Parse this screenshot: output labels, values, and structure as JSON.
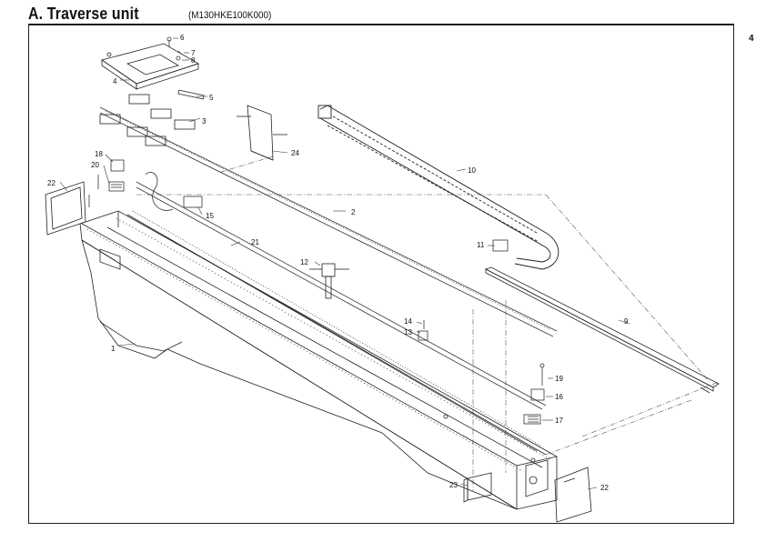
{
  "header": {
    "title": "A. Traverse unit",
    "subtitle": "(M130HKE100K000)"
  },
  "page_number": "4",
  "callouts": [
    {
      "id": "c1",
      "label": "1"
    },
    {
      "id": "c2",
      "label": "2"
    },
    {
      "id": "c3",
      "label": "3"
    },
    {
      "id": "c4",
      "label": "4"
    },
    {
      "id": "c5",
      "label": "5"
    },
    {
      "id": "c6",
      "label": "6"
    },
    {
      "id": "c7",
      "label": "7"
    },
    {
      "id": "c8",
      "label": "8"
    },
    {
      "id": "c9",
      "label": "9"
    },
    {
      "id": "c10",
      "label": "10"
    },
    {
      "id": "c11",
      "label": "11"
    },
    {
      "id": "c12",
      "label": "12"
    },
    {
      "id": "c13",
      "label": "13"
    },
    {
      "id": "c14",
      "label": "14"
    },
    {
      "id": "c15",
      "label": "15"
    },
    {
      "id": "c16",
      "label": "16"
    },
    {
      "id": "c17",
      "label": "17"
    },
    {
      "id": "c18",
      "label": "18"
    },
    {
      "id": "c19",
      "label": "19"
    },
    {
      "id": "c20",
      "label": "20"
    },
    {
      "id": "c21",
      "label": "21"
    },
    {
      "id": "c22a",
      "label": "22"
    },
    {
      "id": "c22b",
      "label": "22"
    },
    {
      "id": "c23",
      "label": "23"
    },
    {
      "id": "c24",
      "label": "24"
    }
  ]
}
